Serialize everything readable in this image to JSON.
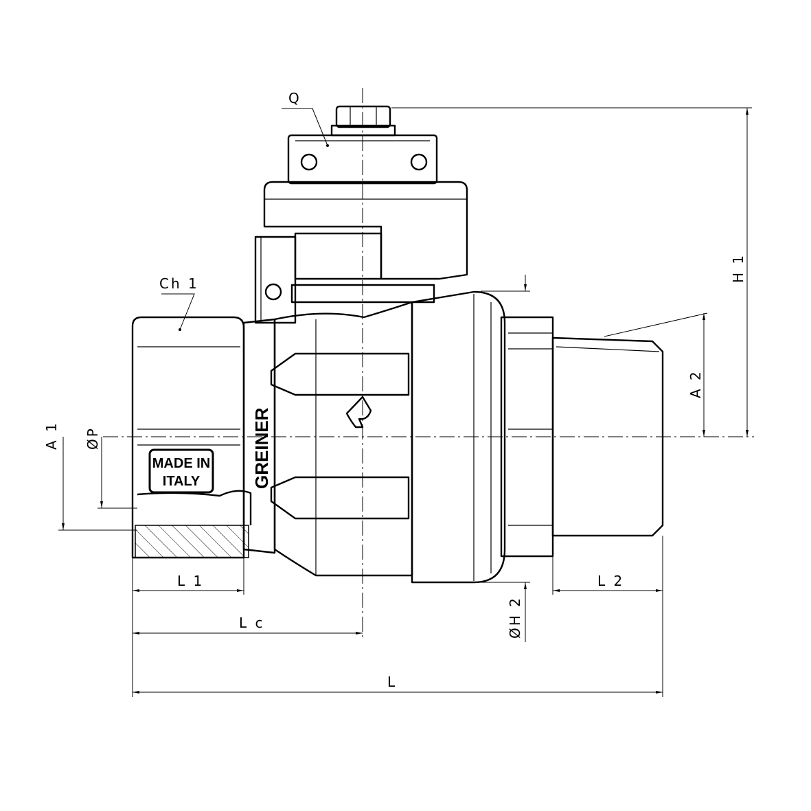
{
  "drawing": {
    "labels": {
      "Q": "Q",
      "Ch1": "Ch 1",
      "H1": "H 1",
      "A2": "A 2",
      "A1": "A 1",
      "P": "ØP",
      "H2": "ØH 2",
      "L1": "L 1",
      "Lc": "L c",
      "L": "L",
      "L2": "L 2"
    },
    "marking": {
      "made_line1": "MADE IN",
      "made_line2": "ITALY",
      "brand": "GREINER"
    }
  }
}
